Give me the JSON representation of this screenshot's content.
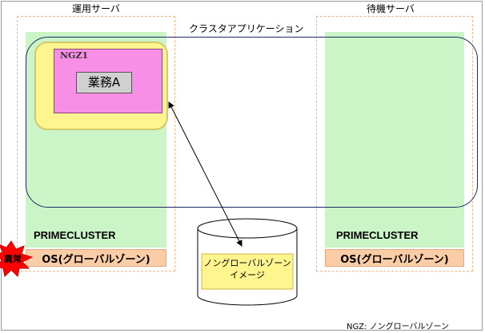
{
  "servers": {
    "active": {
      "title": "運用サーバ",
      "cluster_software": "PRIMECLUSTER",
      "os_label": "OS(グローバルゾーン)"
    },
    "standby": {
      "title": "待機サーバ",
      "cluster_software": "PRIMECLUSTER",
      "os_label": "OS(グローバルゾーン)"
    }
  },
  "cluster_app": {
    "label": "クラスタアプリケーション"
  },
  "ngz": {
    "tag": "NGZ1",
    "task_label": "業務A"
  },
  "storage": {
    "line1": "ノングローバルゾーン",
    "line2": "イメージ"
  },
  "failure": {
    "label": "異常"
  },
  "legend": {
    "text": "NGZ: ノングローバルゾーン"
  },
  "colors": {
    "server_fill": "#ccf5c7",
    "ngz_outer": "#fff58f",
    "ngz_inner": "#f78fe6",
    "os_bar": "#fbcda6",
    "cluster_line": "#1f2a6b",
    "failure_burst": "#ff0000"
  },
  "icons": [
    "disk-cylinder-icon",
    "failure-burst-icon",
    "bidirectional-arrow-icon"
  ]
}
